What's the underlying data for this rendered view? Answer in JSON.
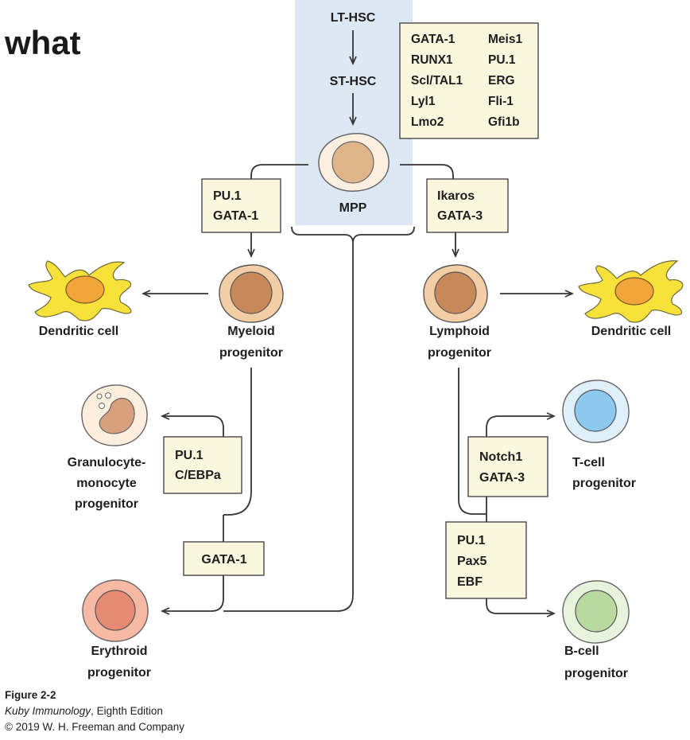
{
  "heading": "what",
  "colors": {
    "hsc_panel": "#dde8f5",
    "factor_box": "#fbf6de",
    "dendritic_cell": "#f7e13a",
    "myeloid_lymphoid_cell": "#d9a06c",
    "granulocyte_cell": "#e8b894",
    "erythroid_cell": "#e58b74",
    "t_cell": "#8dc8ef",
    "b_cell": "#b8d9a0"
  },
  "stem": {
    "lt_hsc": "LT-HSC",
    "st_hsc": "ST-HSC",
    "mpp": "MPP"
  },
  "factor_grid": {
    "left": [
      "GATA-1",
      "RUNX1",
      "Scl/TAL1",
      "Lyl1",
      "Lmo2"
    ],
    "right": [
      "Meis1",
      "PU.1",
      "ERG",
      "Fli-1",
      "Gfi1b"
    ]
  },
  "factors": {
    "myeloid": [
      "PU.1",
      "GATA-1"
    ],
    "lymphoid": [
      "Ikaros",
      "GATA-3"
    ],
    "granulocyte": [
      "PU.1",
      "C/EBPa"
    ],
    "erythroid": [
      "GATA-1"
    ],
    "tcell": [
      "Notch1",
      "GATA-3"
    ],
    "bcell": [
      "PU.1",
      "Pax5",
      "EBF"
    ]
  },
  "cells": {
    "dendritic_left": "Dendritic cell",
    "dendritic_right": "Dendritic cell",
    "myeloid": [
      "Myeloid",
      "progenitor"
    ],
    "lymphoid": [
      "Lymphoid",
      "progenitor"
    ],
    "granulocyte": [
      "Granulocyte-",
      "monocyte",
      "progenitor"
    ],
    "erythroid": [
      "Erythroid",
      "progenitor"
    ],
    "tcell": [
      "T-cell",
      "progenitor"
    ],
    "bcell": [
      "B-cell",
      "progenitor"
    ]
  },
  "caption": {
    "figure": "Figure 2-2",
    "book": "Kuby Immunology",
    "edition": ", Eighth Edition",
    "copyright": "© 2019 W. H. Freeman and Company"
  }
}
